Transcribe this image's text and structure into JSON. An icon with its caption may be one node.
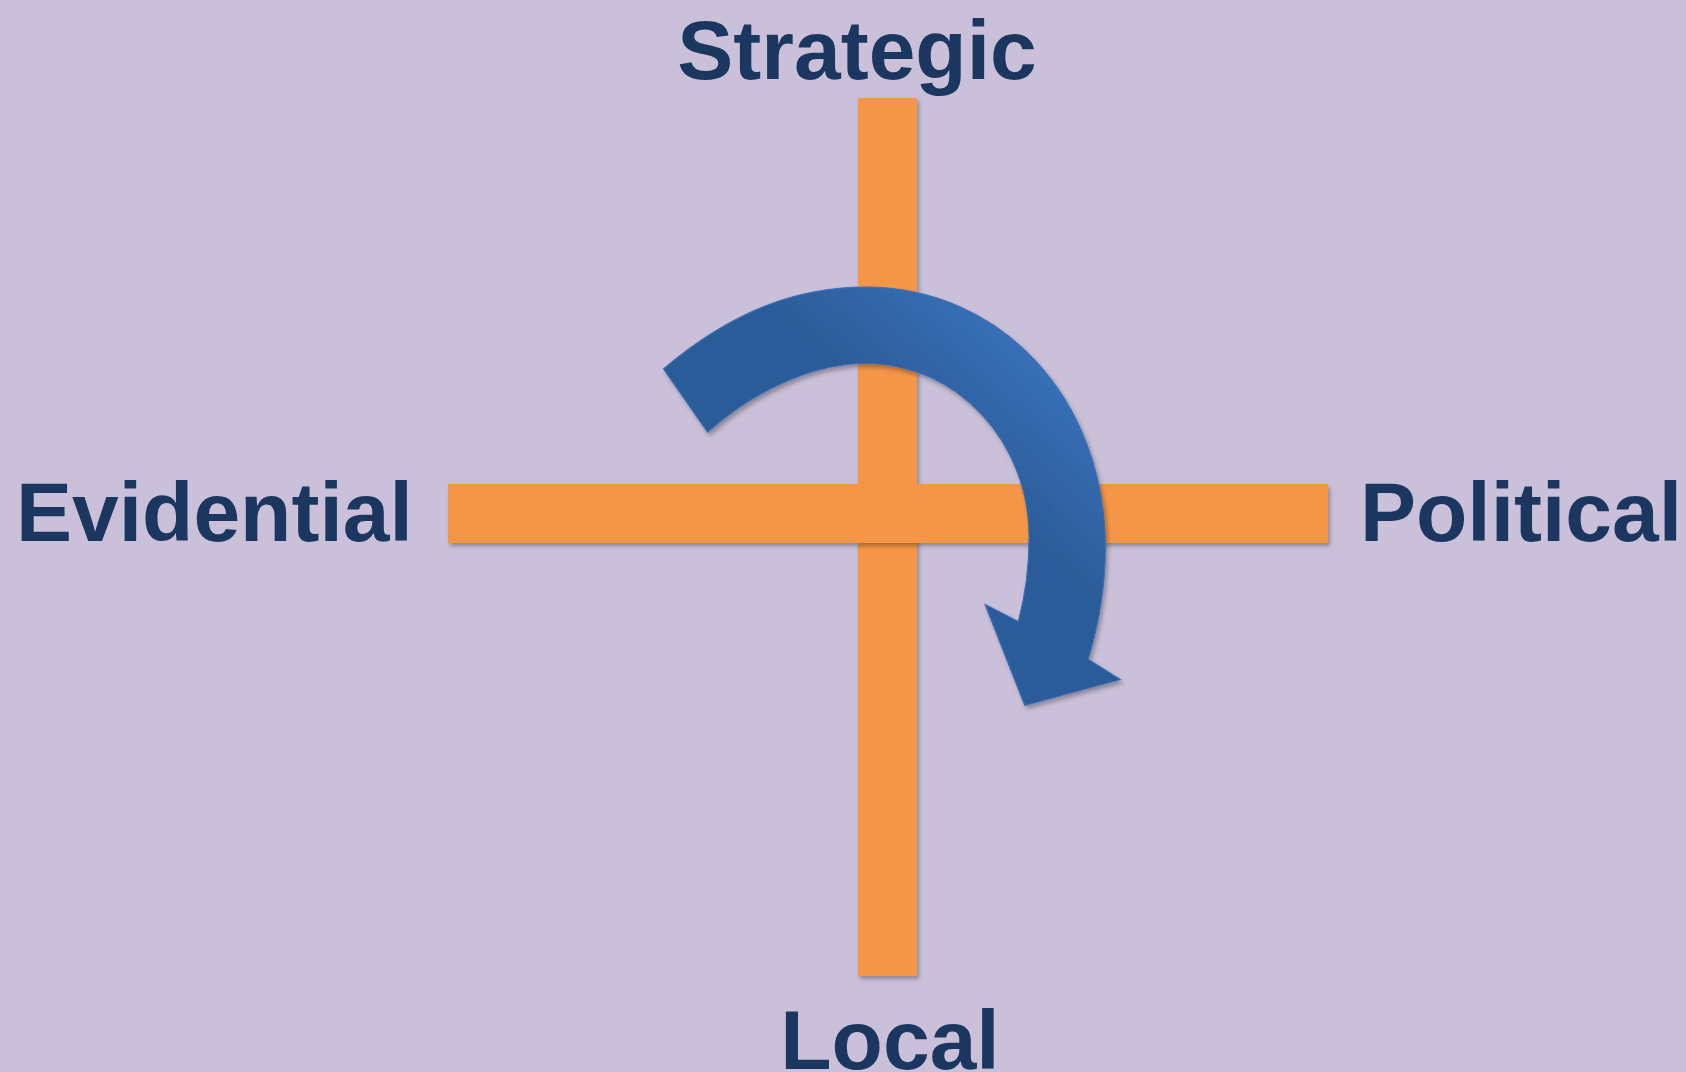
{
  "diagram": {
    "labels": [
      "Strategic",
      "Evidential",
      "Political",
      "Local"
    ]
  }
}
